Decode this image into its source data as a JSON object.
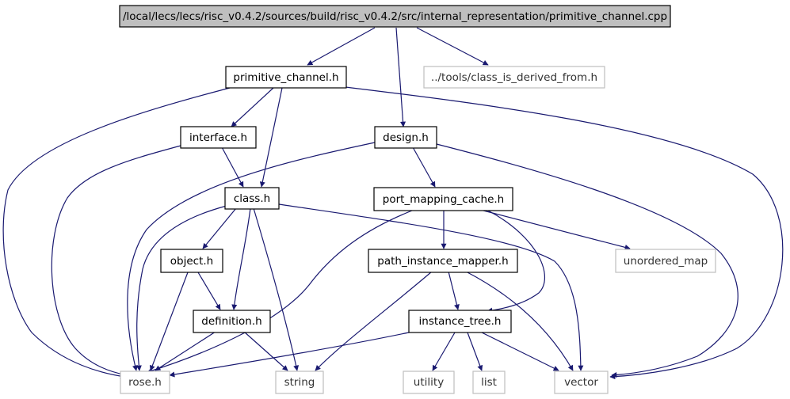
{
  "colors": {
    "edge": "#191970",
    "root_fill": "#bfbfbf",
    "node_border": "#000000",
    "external_border": "#bfbfbf"
  },
  "nodes": {
    "root": "/local/lecs/lecs/risc_v0.4.2/sources/build/risc_v0.4.2/src/internal_representation/primitive_channel.cpp",
    "primitive_channel_h": "primitive_channel.h",
    "class_is_derived_from_h": "../tools/class_is_derived_from.h",
    "interface_h": "interface.h",
    "design_h": "design.h",
    "class_h": "class.h",
    "port_mapping_cache_h": "port_mapping_cache.h",
    "object_h": "object.h",
    "path_instance_mapper_h": "path_instance_mapper.h",
    "unordered_map": "unordered_map",
    "definition_h": "definition.h",
    "instance_tree_h": "instance_tree.h",
    "rose_h": "rose.h",
    "string": "string",
    "utility": "utility",
    "list": "list",
    "vector": "vector"
  }
}
